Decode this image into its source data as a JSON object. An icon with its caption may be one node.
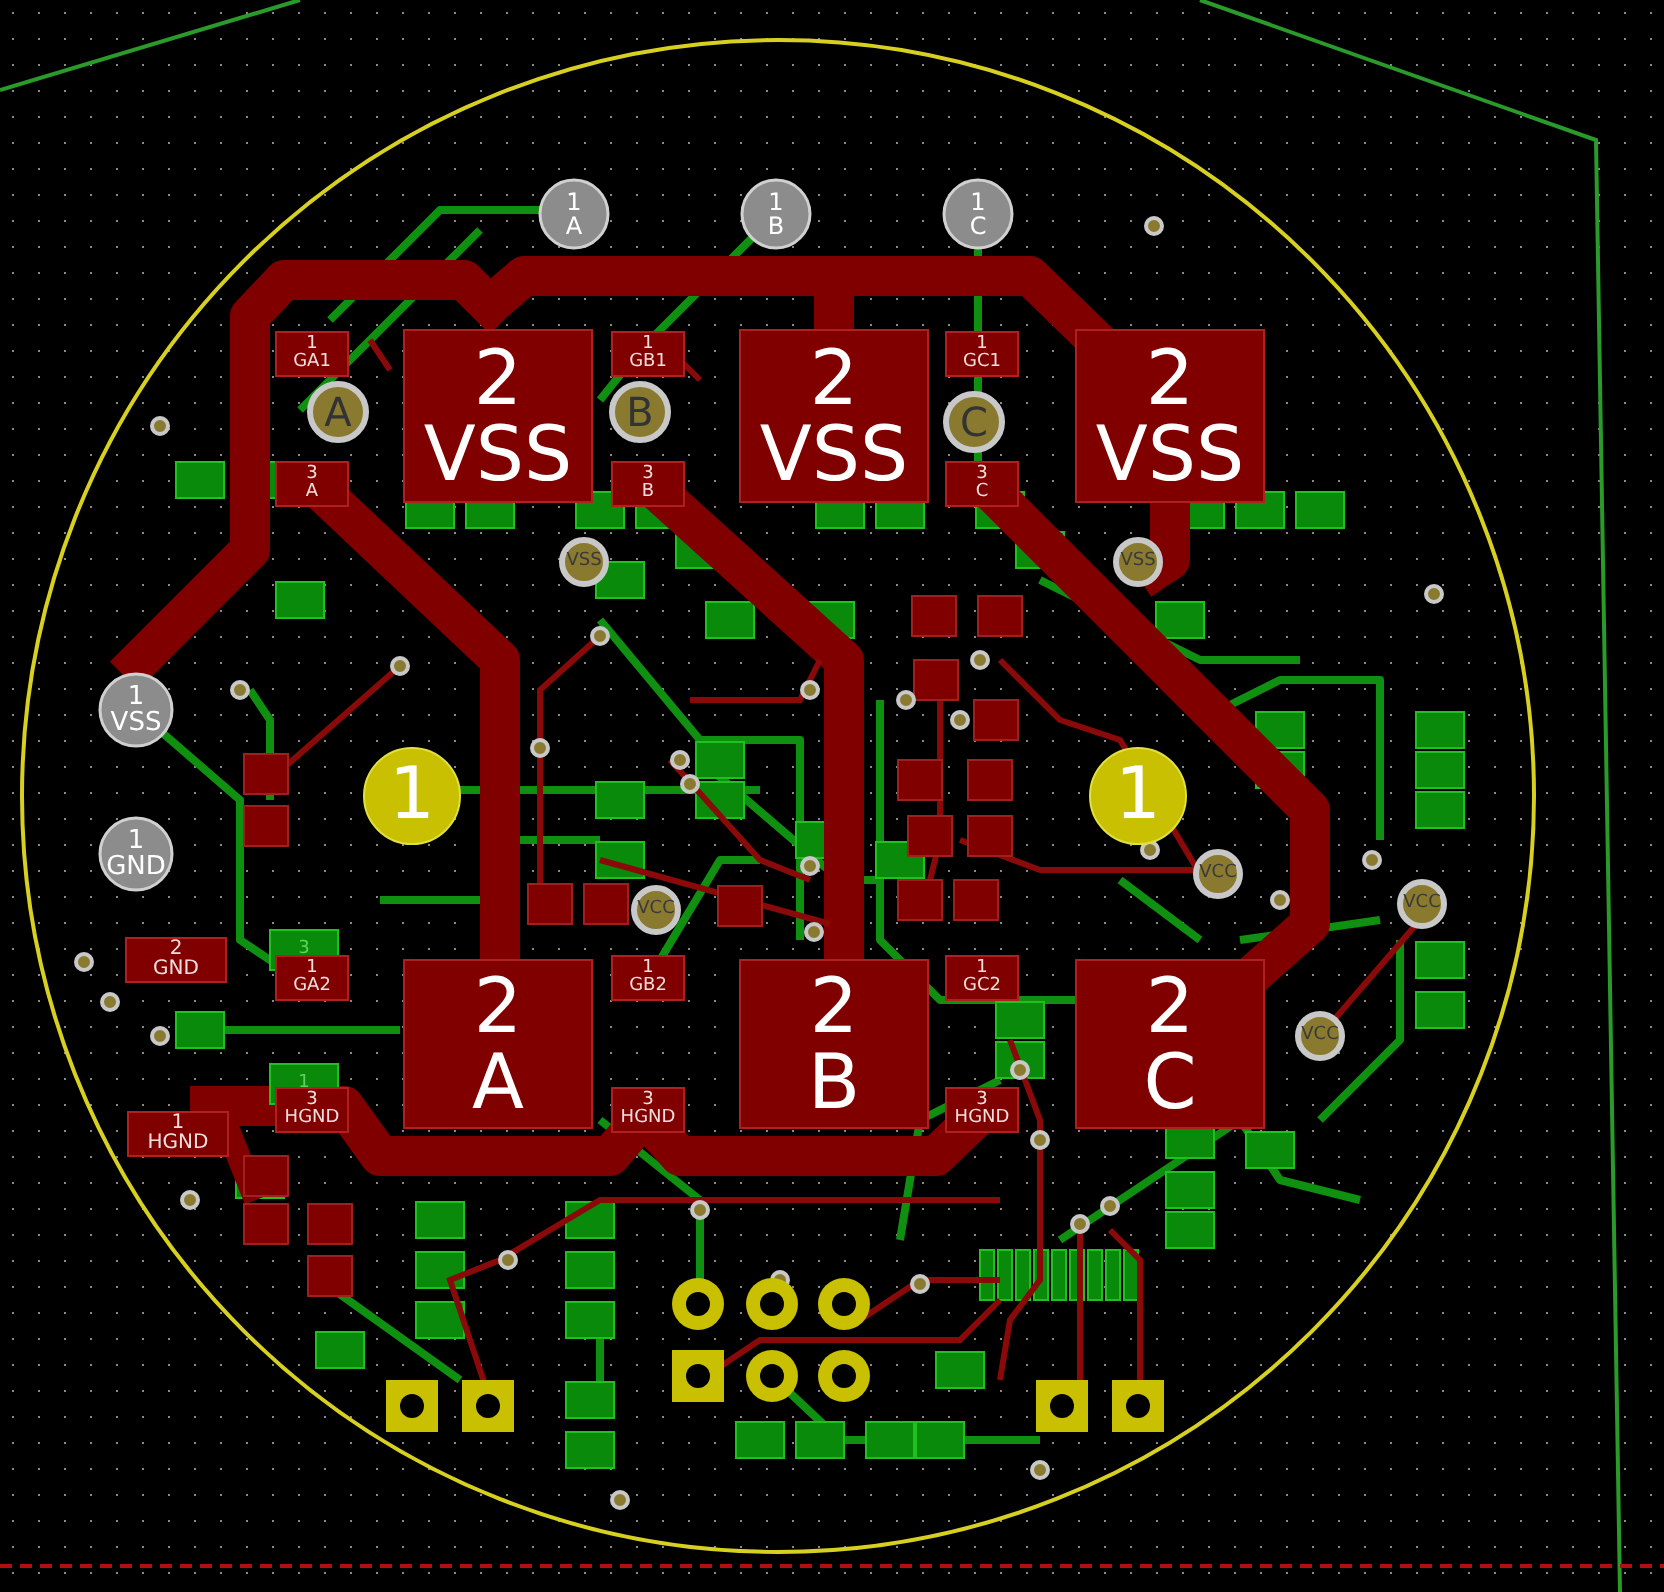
{
  "diagram": {
    "labels": [
      "1 A",
      "1 B",
      "1 C",
      "1 GA1",
      "1 GB1",
      "1 GC1",
      "A",
      "2 VSS",
      "B",
      "2 VSS",
      "C",
      "2 VSS",
      "3 A",
      "3 B",
      "3 C",
      "VSS",
      "VSS",
      "1 VSS",
      "1",
      "1",
      "1 GND",
      "VCC",
      "VCC",
      "VCC",
      "3",
      "2 GND",
      "1 GA2",
      "1 GB2",
      "1 GC2",
      "2 A",
      "2 B",
      "2 C",
      "VCC",
      "1",
      "3 HGND",
      "3 HGND",
      "3 HGND",
      "1 HGND"
    ]
  }
}
